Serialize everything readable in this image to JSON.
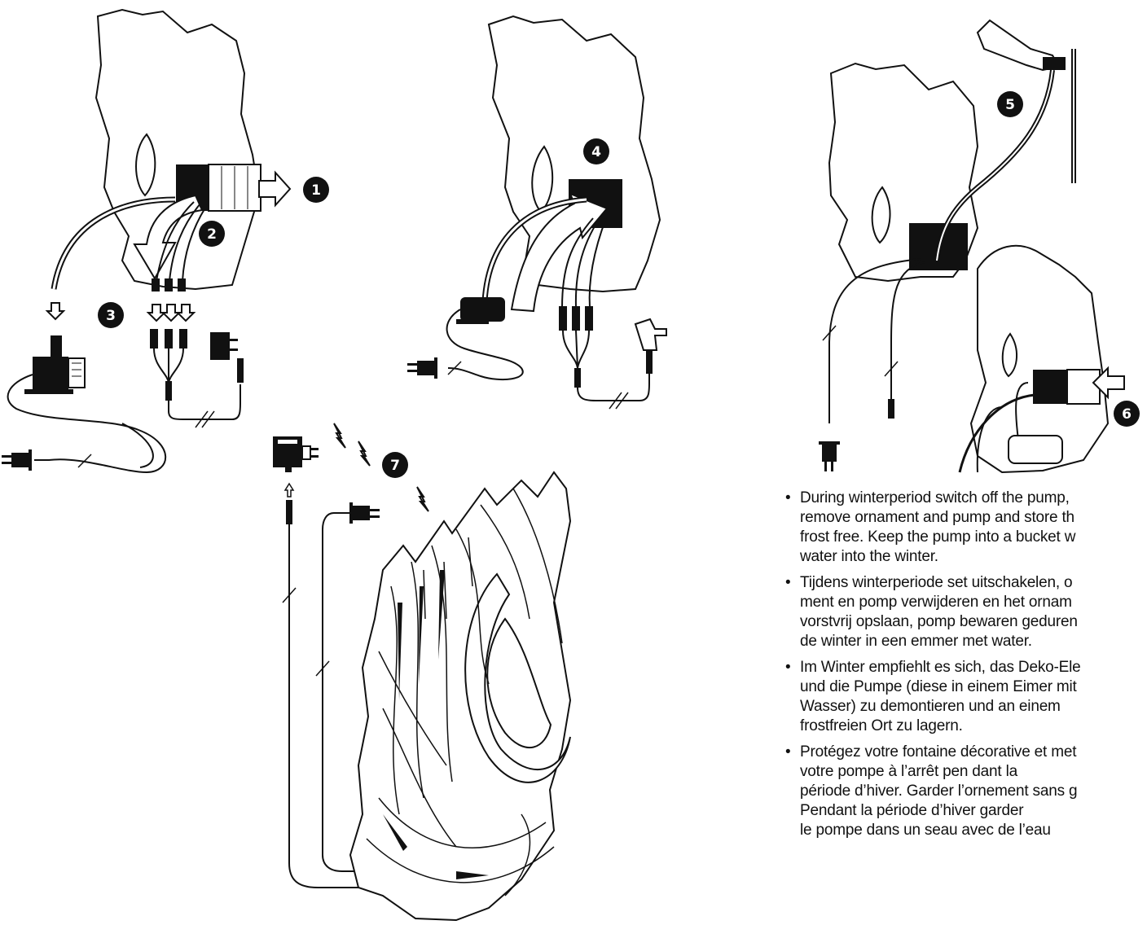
{
  "steps": [
    "1",
    "2",
    "3",
    "4",
    "5",
    "6",
    "7"
  ],
  "instructions": [
    {
      "language": "en",
      "lines": [
        "During winterperiod switch off the pump,",
        "remove ornament and pump and store th",
        "frost free. Keep the pump into a bucket w",
        "water into the winter."
      ]
    },
    {
      "language": "nl",
      "lines": [
        "Tijdens winterperiode set uitschakelen, o",
        "ment en pomp verwijderen en het ornam",
        "vorstvrij opslaan, pomp bewaren geduren",
        "de winter in een emmer met water."
      ]
    },
    {
      "language": "de",
      "lines": [
        "Im Winter empfiehlt es sich, das Deko-Ele",
        "und die Pumpe (diese in einem Eimer mit",
        "Wasser) zu demontieren und an einem",
        "frostfreien Ort zu lagern."
      ]
    },
    {
      "language": "fr",
      "lines": [
        "Protégez votre fontaine décorative et met",
        "votre pompe à l’arrêt pen dant la",
        "période d’hiver. Garder l’ornement sans g",
        "Pendant la période d’hiver garder",
        "le pompe dans un seau avec de l’eau"
      ]
    }
  ]
}
